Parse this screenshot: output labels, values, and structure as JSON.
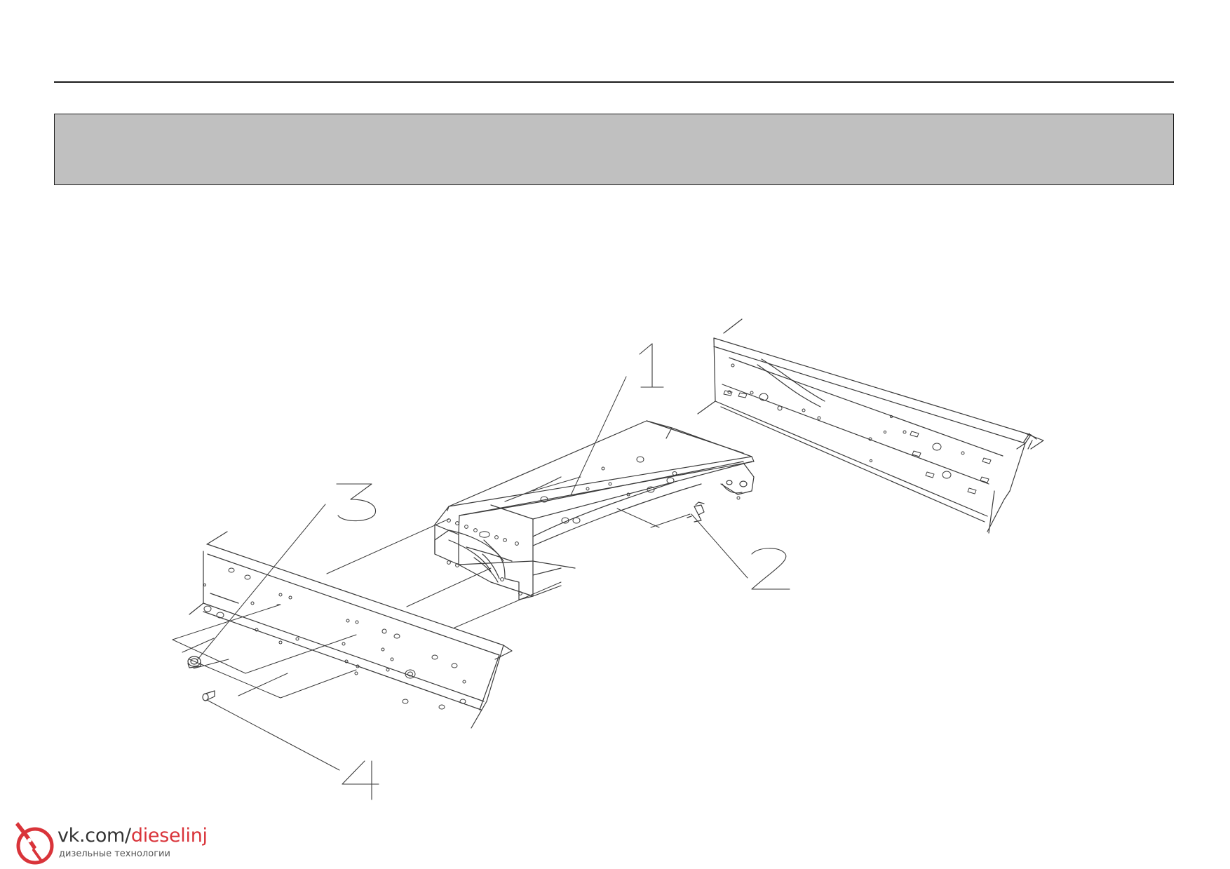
{
  "callouts": [
    "1",
    "2",
    "3",
    "4"
  ],
  "watermark": {
    "domain_part": "vk.com/",
    "handle_part": "dieselinj",
    "subtitle": "дизельные технологии"
  },
  "colors": {
    "line": "#3a3a3a",
    "band": "#c0c0c0",
    "accent": "#d9343a"
  }
}
